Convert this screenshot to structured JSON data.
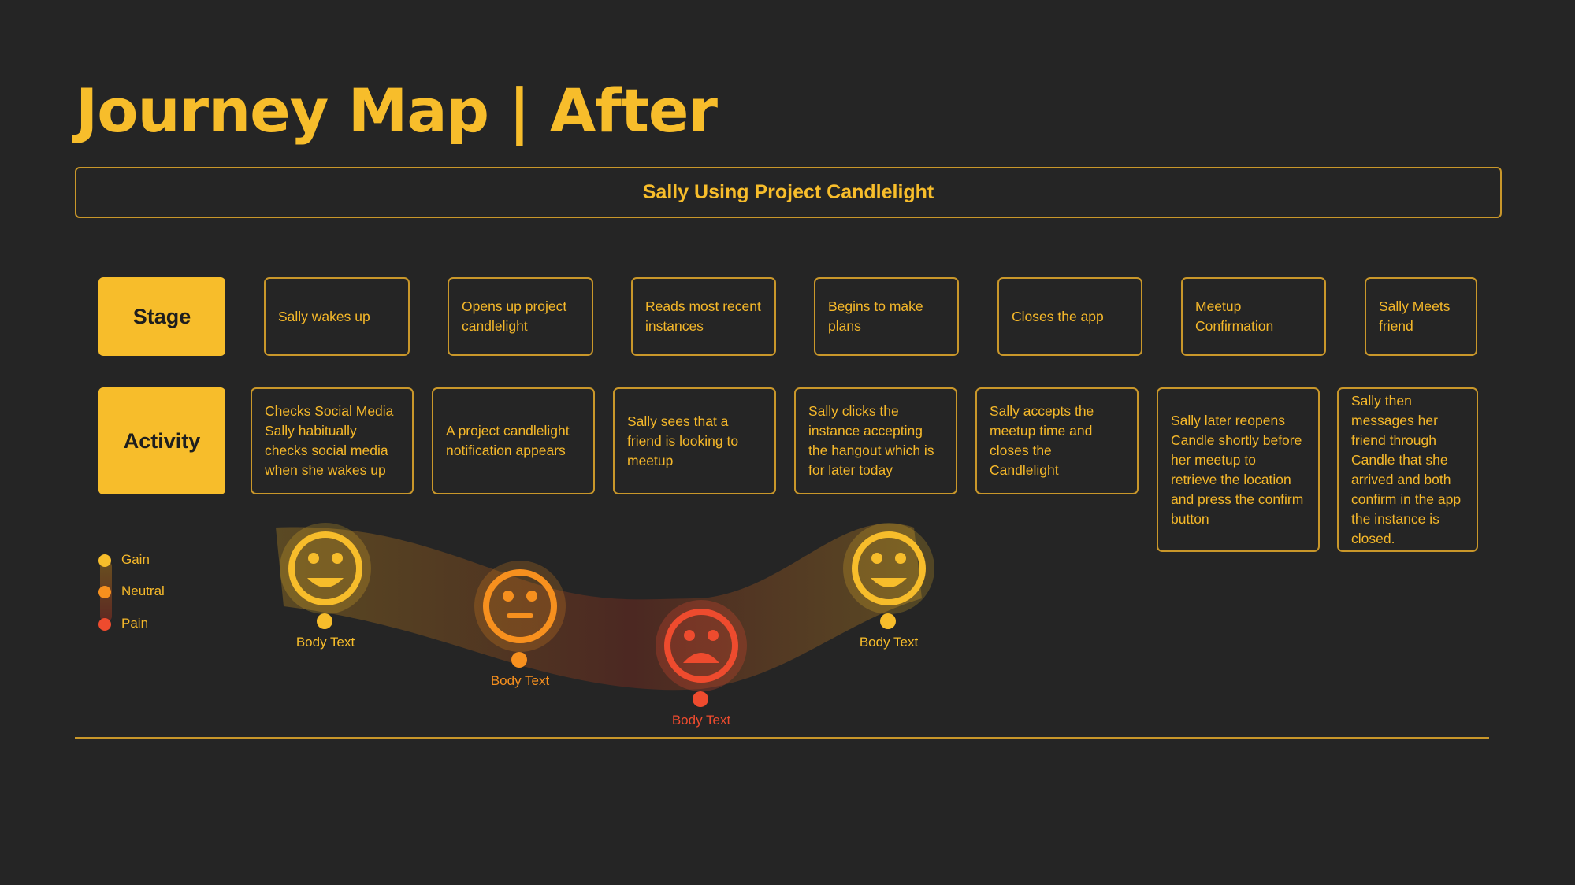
{
  "title": "Journey Map | After",
  "scenario": "Sally Using Project Candlelight",
  "rows": {
    "stage_label": "Stage",
    "activity_label": "Activity"
  },
  "stages": [
    "Sally wakes up",
    "Opens up project candlelight",
    "Reads most recent instances",
    "Begins to make plans",
    "Closes the app",
    "Meetup Confirmation",
    "Sally Meets friend"
  ],
  "activities": [
    "Checks Social Media Sally habitually checks social media when she wakes up",
    "A project candlelight notification appears",
    "Sally sees that a friend is looking to meetup",
    "Sally clicks the instance accepting the hangout which is for later today",
    "Sally accepts the meetup time and closes the Candlelight",
    "Sally later reopens Candle shortly before her meetup to retrieve the location and press the confirm button",
    "Sally then messages her friend through Candle that she arrived and both confirm in the app the instance is closed."
  ],
  "legend": [
    {
      "label": "Gain",
      "color": "#F7BD2B"
    },
    {
      "label": "Neutral",
      "color": "#F7901E"
    },
    {
      "label": "Pain",
      "color": "#EE4B2E"
    }
  ],
  "emotions": [
    {
      "label": "Body Text",
      "mood": "gain",
      "color": "#F7BD2B",
      "icon": "happy-face-icon"
    },
    {
      "label": "Body Text",
      "mood": "neutral",
      "color": "#F7901E",
      "icon": "neutral-face-icon"
    },
    {
      "label": "Body Text",
      "mood": "pain",
      "color": "#EE4B2E",
      "icon": "sad-face-icon"
    },
    {
      "label": "Body Text",
      "mood": "gain",
      "color": "#F7BD2B",
      "icon": "happy-face-icon"
    }
  ]
}
